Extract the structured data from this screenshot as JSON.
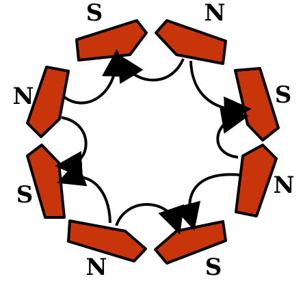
{
  "colors": {
    "magnet_fill": "#c9350a",
    "magnet_outline": "#000000",
    "arrow": "#000000",
    "background": "#ffffff"
  },
  "magnets": [
    {
      "id": "top-left",
      "pole": "S"
    },
    {
      "id": "top-right",
      "pole": "N"
    },
    {
      "id": "right-upper",
      "pole": "S"
    },
    {
      "id": "right-lower",
      "pole": "N"
    },
    {
      "id": "bottom-right",
      "pole": "S"
    },
    {
      "id": "bottom-left",
      "pole": "N"
    },
    {
      "id": "left-lower",
      "pole": "S"
    },
    {
      "id": "left-upper",
      "pole": "N"
    }
  ]
}
